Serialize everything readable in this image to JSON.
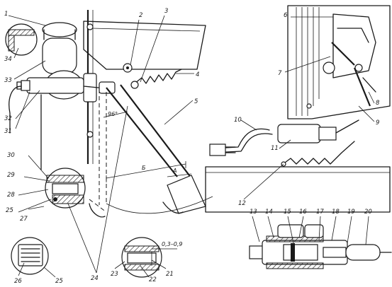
{
  "callouts": {
    "c1": "1",
    "c2": "2",
    "c3": "3",
    "c4": "4",
    "c5": "5",
    "c6": "6",
    "c7": "7",
    "c8": "8",
    "c9": "9",
    "c10": "10",
    "c11": "11",
    "c12": "12",
    "c13": "13",
    "c14": "14",
    "c15": "15",
    "c16": "16",
    "c17": "17",
    "c18": "18",
    "c19": "19",
    "c20": "20",
    "c21": "21",
    "c22": "22",
    "c23": "23",
    "c24": "24",
    "c25a": "25",
    "c25b": "25",
    "c26": "26",
    "c27": "27",
    "c28": "28",
    "c29": "29",
    "c30": "30",
    "c31": "31",
    "c32": "32",
    "c33": "33",
    "c34": "34"
  },
  "dimensions": {
    "angle": "96°",
    "b": "Б",
    "a": "А",
    "gap": "0,3–0,9"
  },
  "colors": {
    "ink": "#1a1a1a",
    "paper": "#ffffff"
  }
}
